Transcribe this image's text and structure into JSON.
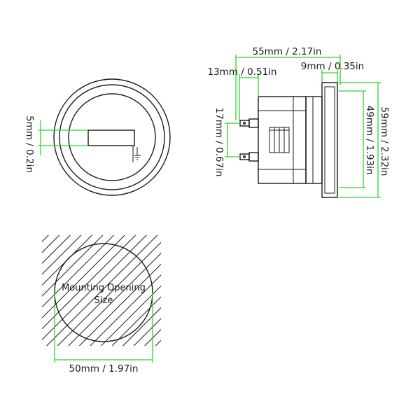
{
  "dimensions": {
    "overall_depth": "55mm / 2.17in",
    "body_depth": "13mm / 0.51in",
    "bezel_thickness": "9mm / 0.35in",
    "terminal_spacing": "17mm / 0.67in",
    "body_height": "49mm / 1.93in",
    "bezel_diameter": "59mm / 2.32in",
    "display_height": "5mm / 0.2in",
    "opening_width": "50mm / 1.97in"
  },
  "cutout": {
    "line1": "Mounting Opening",
    "line2": "Size"
  },
  "colors": {
    "dimension_line": "#2fd42f",
    "drawing_line": "#1a1a1a"
  }
}
